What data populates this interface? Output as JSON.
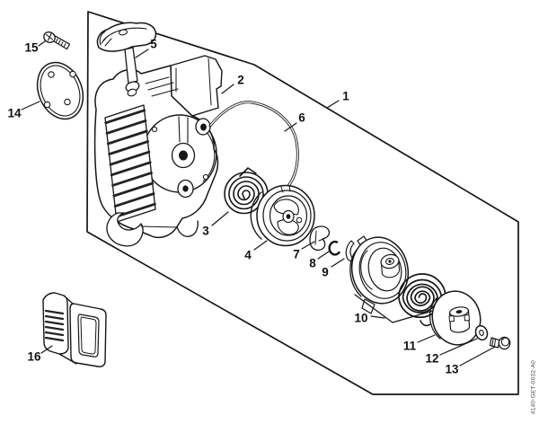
{
  "figure": {
    "doc_code": "4140-GET-0032-A0",
    "colors": {
      "line": "#161616",
      "background": "#ffffff"
    },
    "callouts": [
      {
        "label": "1"
      },
      {
        "label": "2"
      },
      {
        "label": "3"
      },
      {
        "label": "4"
      },
      {
        "label": "5"
      },
      {
        "label": "6"
      },
      {
        "label": "7"
      },
      {
        "label": "8"
      },
      {
        "label": "9"
      },
      {
        "label": "10"
      },
      {
        "label": "11"
      },
      {
        "label": "12"
      },
      {
        "label": "13"
      },
      {
        "label": "14"
      },
      {
        "label": "15"
      },
      {
        "label": "16"
      }
    ]
  }
}
